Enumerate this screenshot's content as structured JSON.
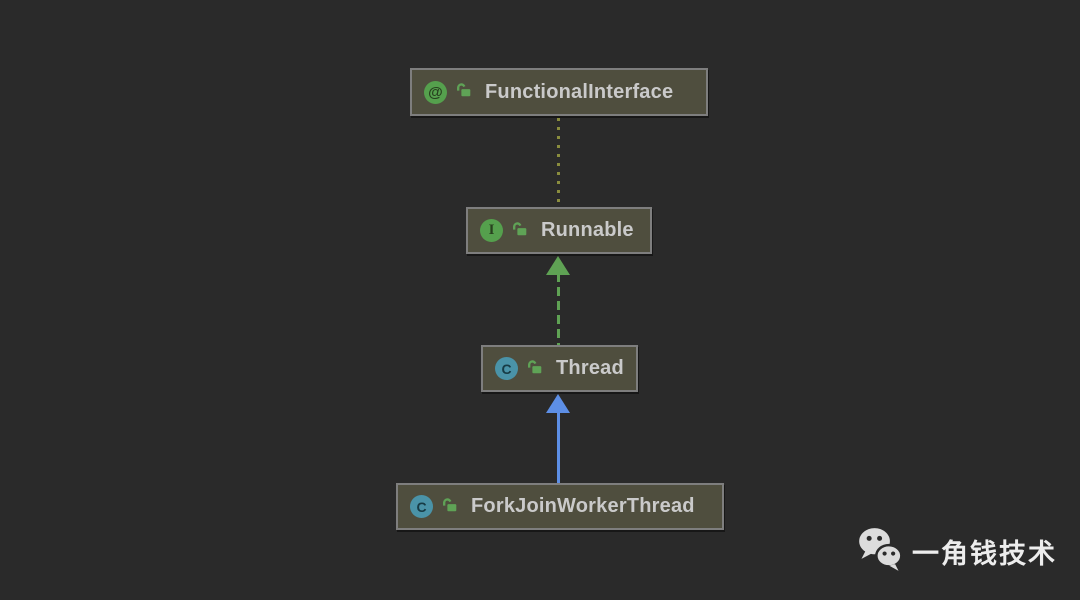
{
  "colors": {
    "background": "#2a2a2a",
    "node_fill": "#4f4e3e",
    "node_border": "#7e7e7e",
    "node_text": "#cacaca",
    "annotation_edge": "#8a8d3e",
    "implements_edge": "#5fa254",
    "extends_edge": "#5d8fe6",
    "badge_green": "#55a04d",
    "badge_teal": "#4a93a8",
    "lock_green": "#5fa356",
    "watermark_text": "#ededed",
    "watermark_icon": "#dcdcdc"
  },
  "diagram": {
    "nodes": [
      {
        "label": "FunctionalInterface",
        "badge": "@",
        "kind": "annotation",
        "visibility": "public"
      },
      {
        "label": "Runnable",
        "badge": "I",
        "kind": "interface",
        "visibility": "public"
      },
      {
        "label": "Thread",
        "badge": "C",
        "kind": "class",
        "visibility": "public"
      },
      {
        "label": "ForkJoinWorkerThread",
        "badge": "C",
        "kind": "class",
        "visibility": "public"
      }
    ],
    "edges": [
      {
        "from": "Runnable",
        "to": "FunctionalInterface",
        "relation": "annotated-with",
        "line": "dotted",
        "color": "#8a8d3e"
      },
      {
        "from": "Thread",
        "to": "Runnable",
        "relation": "implements",
        "line": "dashed-arrow",
        "color": "#5fa254"
      },
      {
        "from": "ForkJoinWorkerThread",
        "to": "Thread",
        "relation": "extends",
        "line": "solid-arrow",
        "color": "#5d8fe6"
      }
    ]
  },
  "watermark": {
    "label": "一角钱技术",
    "icon": "wechat-icon"
  }
}
